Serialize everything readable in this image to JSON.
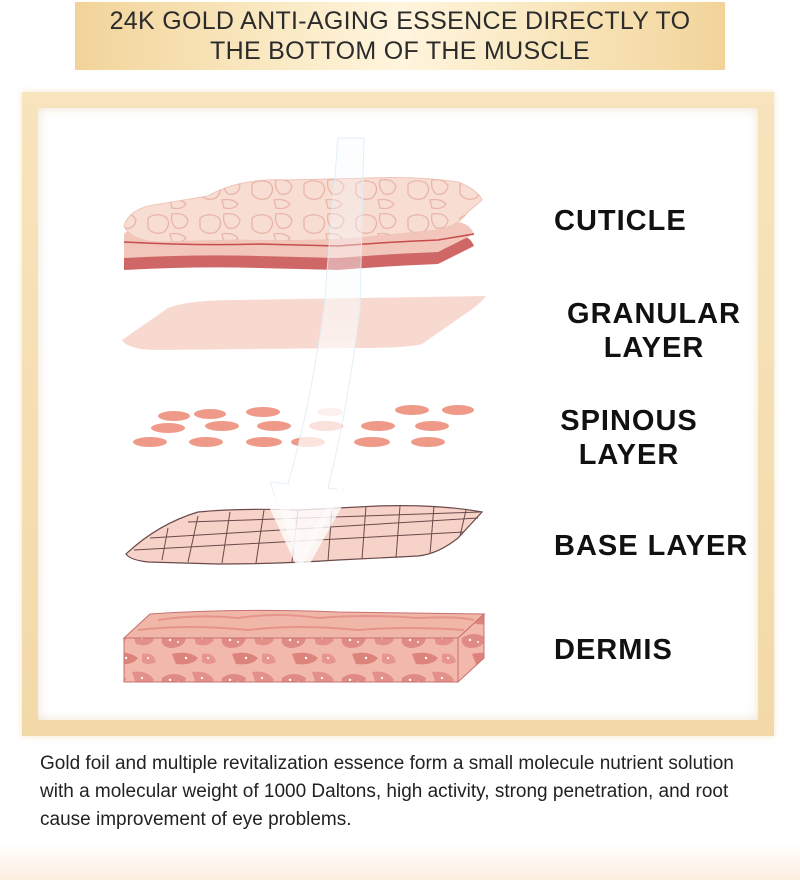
{
  "banner": {
    "title_line1": "24K GOLD ANTI-AGING ESSENCE DIRECTLY TO",
    "title_line2": "THE BOTTOM OF THE MUSCLE"
  },
  "layers": [
    {
      "id": "cuticle",
      "lines": [
        "CUTICLE"
      ]
    },
    {
      "id": "granular",
      "lines": [
        "GRANULAR",
        "LAYER"
      ]
    },
    {
      "id": "spinous",
      "lines": [
        "SPINOUS",
        "LAYER"
      ]
    },
    {
      "id": "base",
      "lines": [
        "BASE LAYER"
      ]
    },
    {
      "id": "dermis",
      "lines": [
        "DERMIS"
      ]
    }
  ],
  "description": "Gold foil and multiple revitalization essence form a small molecule nutrient solution with a molecular weight of 1000 Daltons, high activity, strong penetration, and root cause improvement of eye problems.",
  "colors": {
    "banner_gold": "#f2d49a",
    "frame_gold": "#f3d9a8",
    "skin_light": "#f8ddd3",
    "skin_mid": "#f0b8a8",
    "cell": "#ef9a88",
    "dermis_cell": "#e28b83",
    "red_edge": "#c74c4c"
  }
}
